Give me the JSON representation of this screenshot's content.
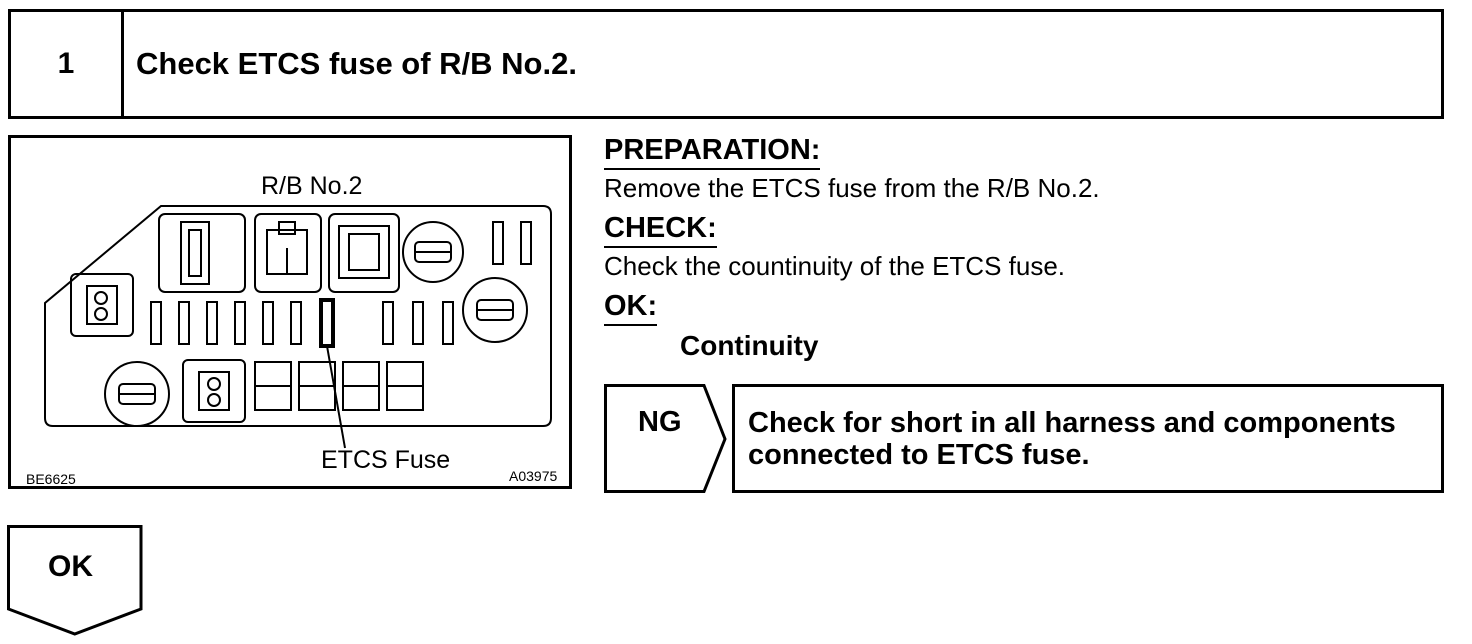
{
  "step": {
    "number": "1",
    "title": "Check ETCS fuse of R/B No.2."
  },
  "figure": {
    "relay_block_label": "R/B No.2",
    "fuse_label": "ETCS Fuse",
    "code_left": "BE6625",
    "code_right": "A03975"
  },
  "instructions": {
    "preparation_heading": "PREPARATION:",
    "preparation_text": "Remove the ETCS fuse from the R/B No.2.",
    "check_heading": "CHECK:",
    "check_text": "Check the countinuity of the ETCS fuse.",
    "ok_heading": "OK:",
    "ok_result": "Continuity"
  },
  "ng_branch": {
    "label": "NG",
    "action_line1": "Check for short in all harness and components",
    "action_line2": "connected to ETCS fuse."
  },
  "ok_branch": {
    "label": "OK"
  }
}
